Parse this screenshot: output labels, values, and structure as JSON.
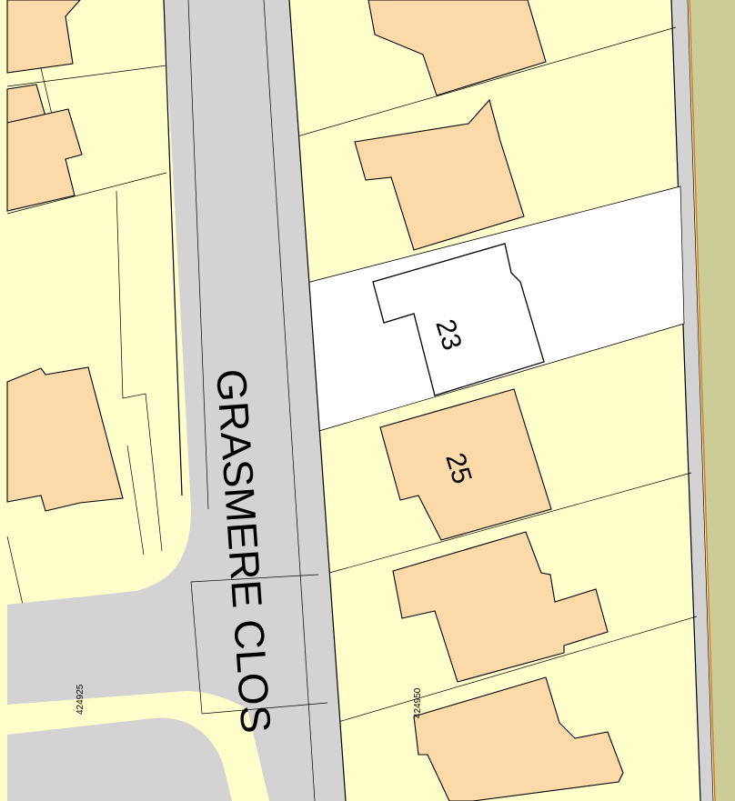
{
  "map": {
    "street_name": "GRASMERE CLOS",
    "house_numbers": [
      "23",
      "25"
    ],
    "grid_labels": [
      "424925",
      "424950"
    ],
    "colors": {
      "plot_fill": "#ffffcc",
      "building_fill": "#fcd9a8",
      "selected_fill": "#ffffff",
      "road_fill": "#d3d3d3",
      "verge_fill": "#cccc99",
      "verge_line": "#d9731f"
    }
  }
}
